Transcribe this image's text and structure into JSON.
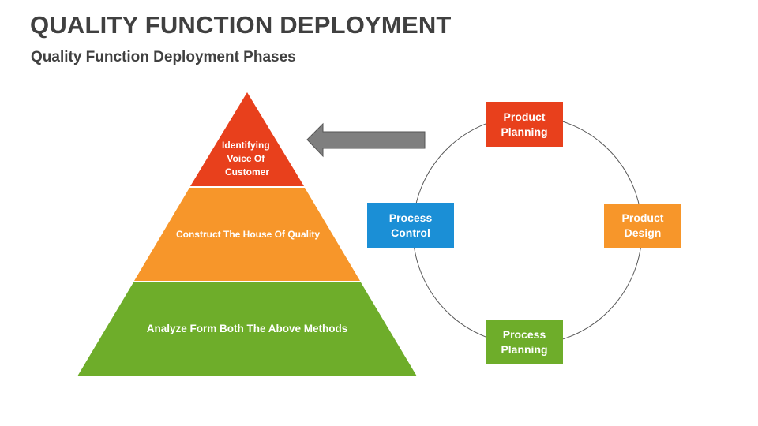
{
  "header": {
    "title": "QUALITY FUNCTION DEPLOYMENT",
    "subtitle": "Quality Function Deployment Phases"
  },
  "pyramid": {
    "levels": [
      {
        "lines": [
          "Identifying",
          "Voice Of",
          "Customer"
        ],
        "color": "#E8401C"
      },
      {
        "lines": [
          "Construct The House Of Quality"
        ],
        "color": "#F7962A"
      },
      {
        "lines": [
          "Analyze Form Both The Above Methods"
        ],
        "color": "#6EAD2A"
      }
    ]
  },
  "arrow": {
    "direction": "left",
    "color": "#7F7F7F"
  },
  "cycle": {
    "ring_color": "#595959",
    "phases": [
      {
        "id": "product-planning",
        "lines": [
          "Product",
          "Planning"
        ],
        "position": "top",
        "color": "#E8401C"
      },
      {
        "id": "product-design",
        "lines": [
          "Product",
          "Design"
        ],
        "position": "right",
        "color": "#F7962A"
      },
      {
        "id": "process-planning",
        "lines": [
          "Process",
          "Planning"
        ],
        "position": "bottom",
        "color": "#6EAD2A"
      },
      {
        "id": "process-control",
        "lines": [
          "Process",
          "Control"
        ],
        "position": "left",
        "color": "#1B8FD6"
      }
    ]
  }
}
